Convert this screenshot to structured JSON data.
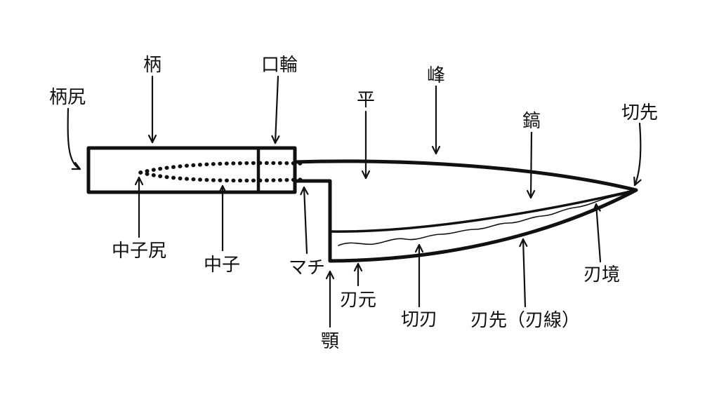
{
  "diagram": {
    "kind": "knife-anatomy-diagram",
    "background_color": "#ffffff",
    "line_color": "#111111",
    "labels": [
      {
        "id": "handle-butt",
        "text": "柄尻"
      },
      {
        "id": "handle",
        "text": "柄"
      },
      {
        "id": "ferrule",
        "text": "口輪"
      },
      {
        "id": "flat",
        "text": "平"
      },
      {
        "id": "spine",
        "text": "峰"
      },
      {
        "id": "shinogi-ridge",
        "text": "鎬"
      },
      {
        "id": "point-tip",
        "text": "切先"
      },
      {
        "id": "tang-butt",
        "text": "中子尻"
      },
      {
        "id": "tang",
        "text": "中子"
      },
      {
        "id": "machi-notch",
        "text": "マチ"
      },
      {
        "id": "blade-base",
        "text": "刃元"
      },
      {
        "id": "heel",
        "text": "顎"
      },
      {
        "id": "cutting-bevel",
        "text": "切刃"
      },
      {
        "id": "cutting-edge",
        "text": "刃先（刃線）"
      },
      {
        "id": "edge-boundary",
        "text": "刃境"
      }
    ]
  }
}
